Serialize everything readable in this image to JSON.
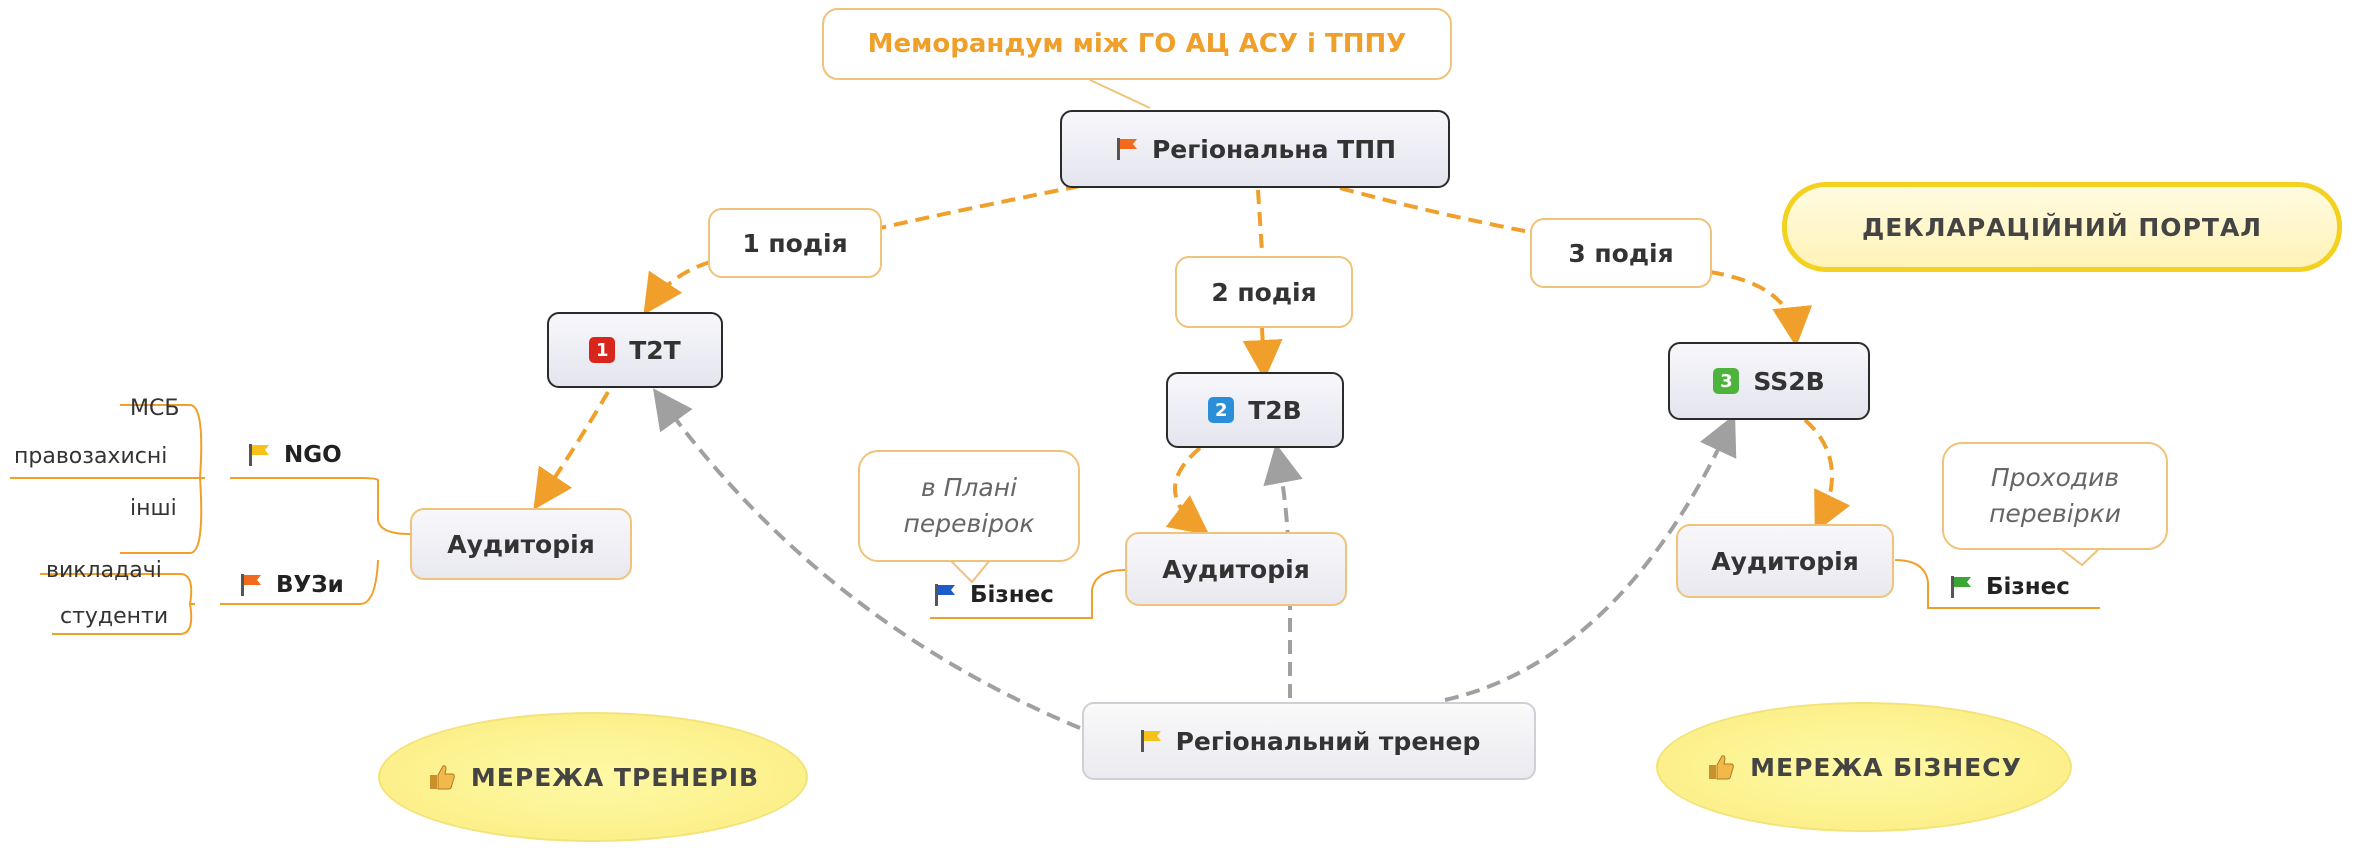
{
  "memorandum": "Меморандум між ГО АЦ АСУ і ТППУ",
  "root": "Регіональна ТПП",
  "events": [
    "1 подія",
    "2 подія",
    "3 подія"
  ],
  "portal": "ДЕКЛАРАЦІЙНИЙ ПОРТАЛ",
  "formats": [
    {
      "num": "1",
      "label": "T2T",
      "color": "#d9261c"
    },
    {
      "num": "2",
      "label": "T2B",
      "color": "#2a8fd8"
    },
    {
      "num": "3",
      "label": "SS2B",
      "color": "#4db33d"
    }
  ],
  "audience_label": "Аудиторія",
  "left_audience": {
    "ngo": "NGO",
    "ngo_items": [
      "МСБ",
      "правозахисні",
      "інші"
    ],
    "vuz": "ВУЗи",
    "vuz_items": [
      "викладачі",
      "студенти"
    ]
  },
  "business_label": "Бізнес",
  "callout_plan": "в Плані перевірок",
  "callout_passed": "Проходив перевірки",
  "trainer": "Регіональний тренер",
  "network_trainers": "МЕРЕЖА ТРЕНЕРІВ",
  "network_business": "МЕРЕЖА БІЗНЕСУ",
  "colors": {
    "orange_line": "#f0a02a",
    "grey_line": "#9a9a9a",
    "flag_orange": "#f26a1b",
    "flag_yellow": "#f6c21a",
    "flag_blue": "#1e5cc8",
    "flag_green": "#3aa635"
  }
}
